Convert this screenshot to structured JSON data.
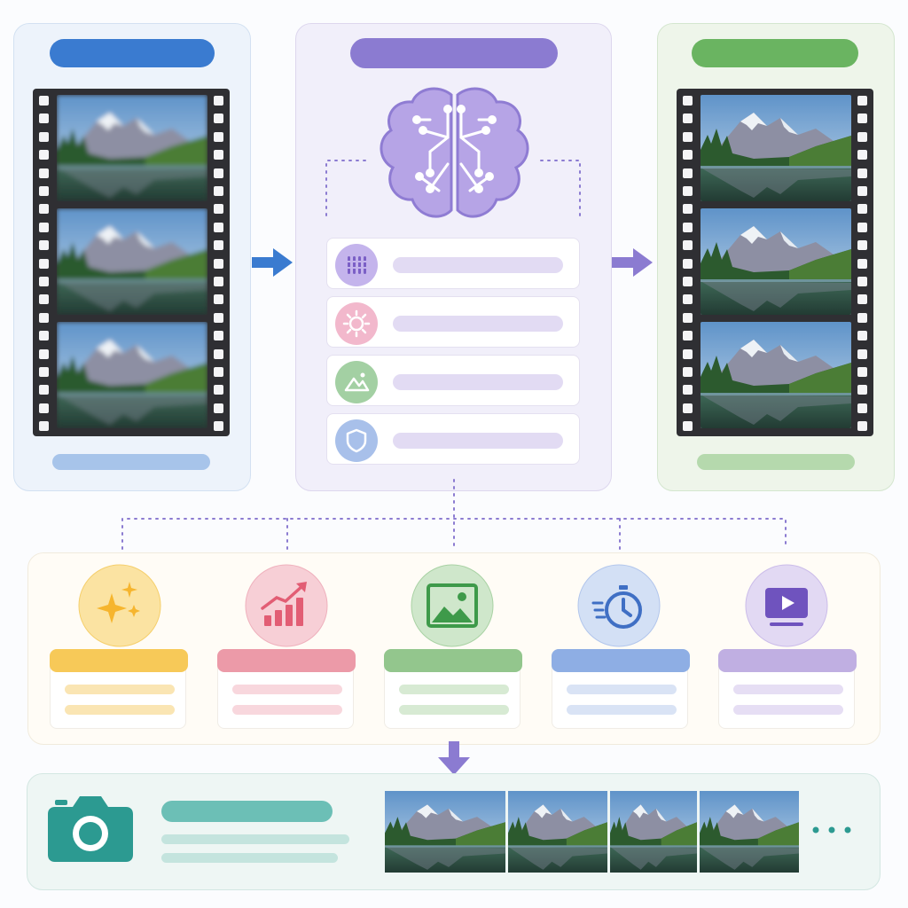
{
  "diagram": {
    "colors": {
      "input_accent": "#3a7bd0",
      "model_accent": "#8b7bd1",
      "output_accent": "#6ab461",
      "gold": "#f7c958",
      "pink": "#ec9aa8",
      "green": "#93c68d",
      "blue": "#8eaee4",
      "lavender": "#c0afe2",
      "teal": "#2c9a91"
    },
    "input_panel": {
      "frames": 3,
      "style": "blurry"
    },
    "model_panel": {
      "center_icon": "brain-circuit-icon",
      "features": [
        {
          "icon": "noise-grid-icon",
          "color": "#8c72cf"
        },
        {
          "icon": "sun-icon",
          "color": "#e56f9a"
        },
        {
          "icon": "mountain-icon",
          "color": "#58a860"
        },
        {
          "icon": "shield-icon",
          "color": "#4f7ec9"
        }
      ]
    },
    "output_panel": {
      "frames": 3,
      "style": "sharp"
    },
    "outputs": [
      {
        "icon": "sparkle-icon",
        "color": "#f7c958"
      },
      {
        "icon": "chart-up-icon",
        "color": "#ec9aa8"
      },
      {
        "icon": "image-icon",
        "color": "#93c68d"
      },
      {
        "icon": "stopwatch-icon",
        "color": "#8eaee4"
      },
      {
        "icon": "video-play-icon",
        "color": "#c0afe2"
      }
    ],
    "result_strip": {
      "icon": "camera-icon",
      "thumbnails": 4,
      "more": "..."
    }
  }
}
